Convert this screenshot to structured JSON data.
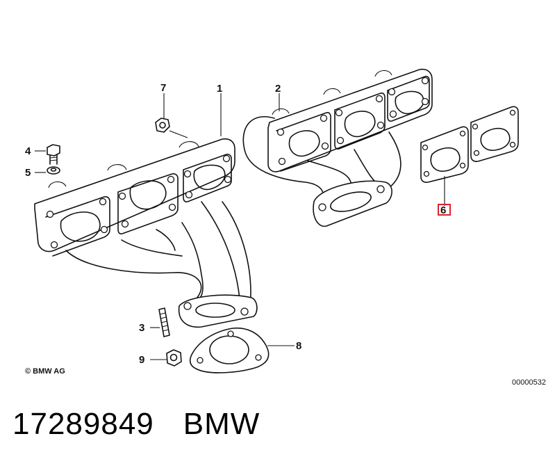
{
  "callouts": {
    "c1": "1",
    "c2": "2",
    "c3": "3",
    "c4": "4",
    "c5": "5",
    "c6": "6",
    "c7": "7",
    "c8": "8",
    "c9": "9"
  },
  "highlight_color": "#e0202a",
  "copyright": "© BMW AG",
  "drawing_number": "00000532",
  "caption": {
    "part_number": "17289849",
    "brand": "BMW"
  }
}
